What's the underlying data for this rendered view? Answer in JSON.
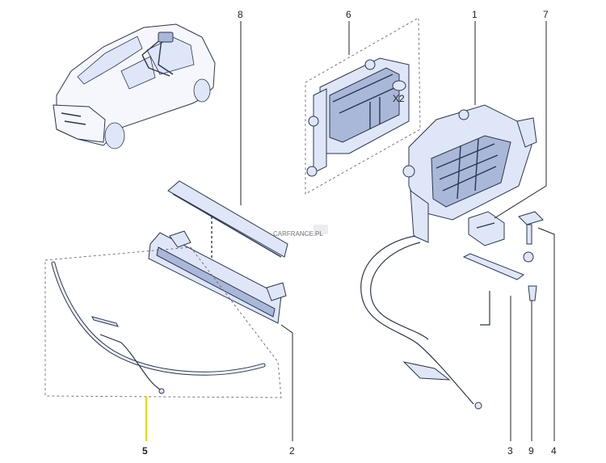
{
  "parts": [
    {
      "id": "part-1",
      "number": "1"
    },
    {
      "id": "part-2",
      "number": "2"
    },
    {
      "id": "part-3",
      "number": "3"
    },
    {
      "id": "part-4",
      "number": "4"
    },
    {
      "id": "part-5",
      "number": "5"
    },
    {
      "id": "part-6",
      "number": "6"
    },
    {
      "id": "part-7",
      "number": "7"
    },
    {
      "id": "part-8",
      "number": "8"
    },
    {
      "id": "part-9",
      "number": "9"
    }
  ],
  "qty_note": "X2",
  "watermark": "CARFRANCE.PL",
  "colors": {
    "line": "#232323",
    "part_fill": "#dfe6f7",
    "part_outline": "#2b3750",
    "highlight": "#f0d400"
  }
}
